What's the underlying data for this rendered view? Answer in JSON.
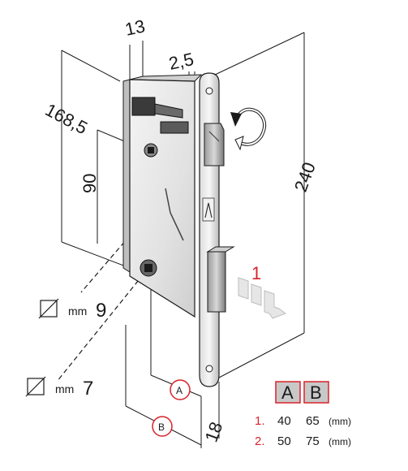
{
  "dimensions": {
    "width_13": "13",
    "faceplate_2_5": "2,5",
    "backset_168_5": "168,5",
    "distance_90": "90",
    "height_240": "240",
    "thickness_18": "18"
  },
  "spindles": [
    {
      "unit": "mm",
      "value": "9"
    },
    {
      "unit": "mm",
      "value": "7"
    }
  ],
  "markers": {
    "a": "A",
    "b": "B",
    "reversible": "1"
  },
  "table": {
    "headers": [
      "A",
      "B"
    ],
    "rows": [
      {
        "index": "1.",
        "a": "40",
        "b": "65",
        "unit": "(mm)"
      },
      {
        "index": "2.",
        "a": "50",
        "b": "75",
        "unit": "(mm)"
      }
    ]
  },
  "colors": {
    "red": "#d8232a",
    "metal": "#e6e6e6",
    "outline": "#1a1a1a",
    "header_bg": "#c8c8c8"
  }
}
